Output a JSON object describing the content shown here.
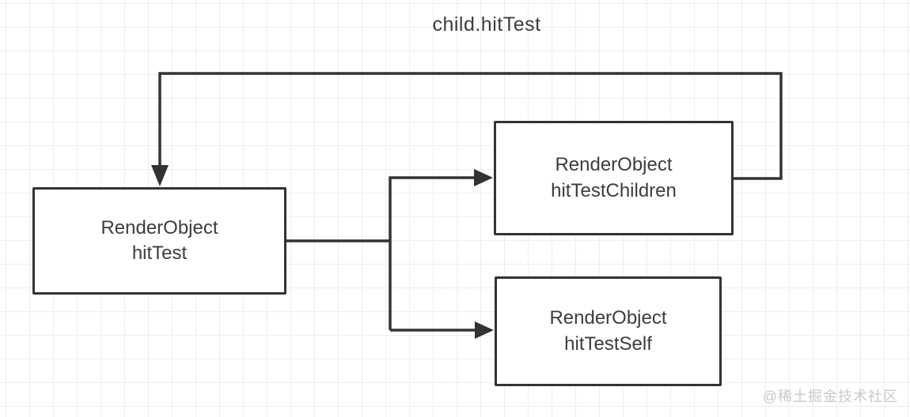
{
  "diagram": {
    "title": "child.hitTest",
    "nodes": [
      {
        "line1": "RenderObject",
        "line2": "hitTest"
      },
      {
        "line1": "RenderObject",
        "line2": "hitTestChildren"
      },
      {
        "line1": "RenderObject",
        "line2": "hitTestSelf"
      }
    ],
    "connections": [
      {
        "from": "RenderObject.hitTest",
        "to": "RenderObject.hitTestChildren",
        "type": "arrow"
      },
      {
        "from": "RenderObject.hitTest",
        "to": "RenderObject.hitTestSelf",
        "type": "arrow"
      },
      {
        "from": "RenderObject.hitTestChildren",
        "to": "RenderObject.hitTest",
        "type": "arrow",
        "label": "child.hitTest"
      }
    ],
    "colors": {
      "line": "#333333",
      "text": "#3d3d3d",
      "grid": "#eeedf0",
      "background": "#ffffff",
      "watermark": "#c9c9c9"
    }
  },
  "watermark": "@稀土掘金技术社区"
}
